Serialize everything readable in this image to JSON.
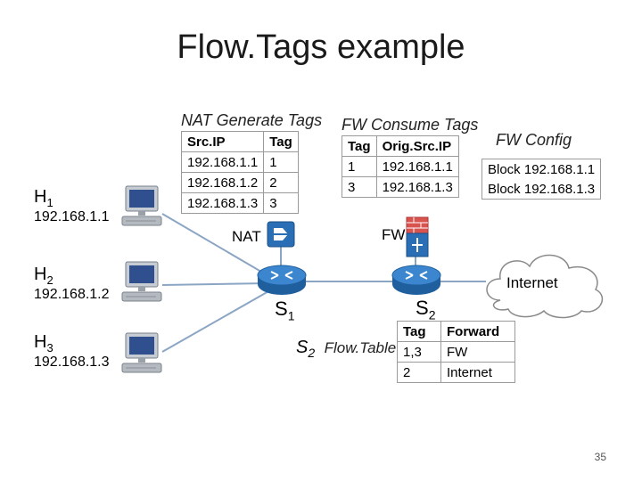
{
  "title": "Flow.Tags example",
  "nat_table": {
    "caption": "NAT Generate Tags",
    "headers": [
      "Src.IP",
      "Tag"
    ],
    "rows": [
      [
        "192.168.1.1",
        "1"
      ],
      [
        "192.168.1.2",
        "2"
      ],
      [
        "192.168.1.3",
        "3"
      ]
    ]
  },
  "fw_table": {
    "caption": "FW Consume Tags",
    "headers": [
      "Tag",
      "Orig.Src.IP"
    ],
    "rows": [
      [
        "1",
        "192.168.1.1"
      ],
      [
        "3",
        "192.168.1.3"
      ]
    ]
  },
  "fw_config": {
    "caption": "FW Config",
    "rows": [
      "Block 192.168.1.1",
      "Block 192.168.1.3"
    ]
  },
  "hosts": [
    {
      "name": "H",
      "sub": "1",
      "ip": "192.168.1.1"
    },
    {
      "name": "H",
      "sub": "2",
      "ip": "192.168.1.2"
    },
    {
      "name": "H",
      "sub": "3",
      "ip": "192.168.1.3"
    }
  ],
  "nodes": {
    "nat": "NAT",
    "fw": "FW",
    "internet": "Internet",
    "s1": {
      "name": "S",
      "sub": "1"
    },
    "s2": {
      "name": "S",
      "sub": "2"
    }
  },
  "flow_table": {
    "caption_switch": {
      "name": "S",
      "sub": "2"
    },
    "caption": "Flow.Table",
    "headers": [
      "Tag",
      "Forward"
    ],
    "rows": [
      [
        "1,3",
        "FW"
      ],
      [
        "2",
        "Internet"
      ]
    ]
  },
  "page_number": "35"
}
